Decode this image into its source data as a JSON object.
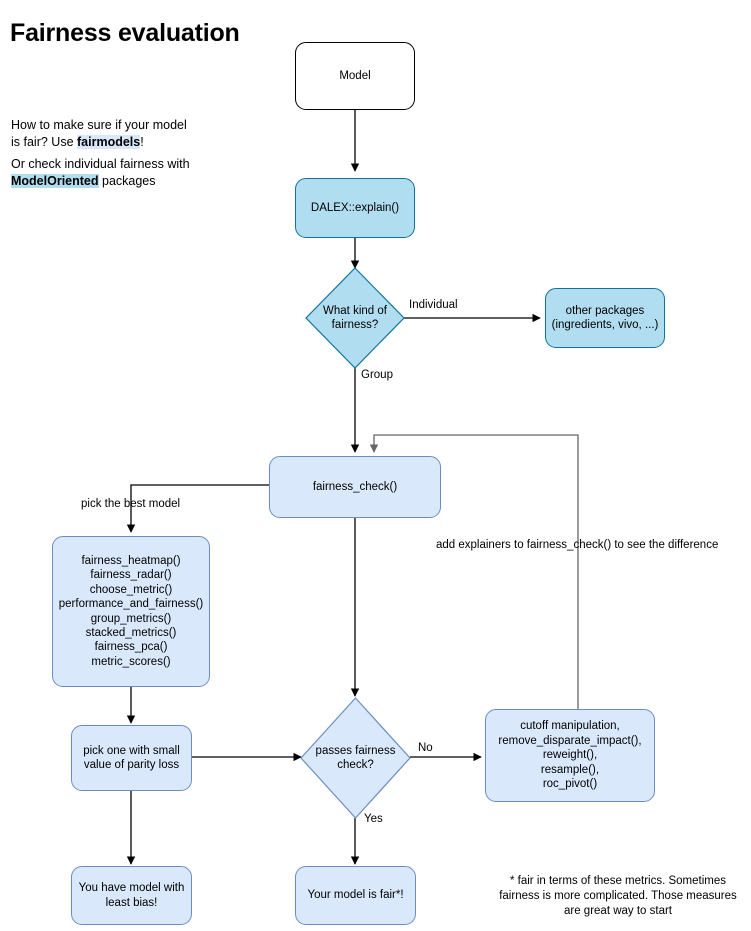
{
  "header": {
    "title": "Fairness evaluation",
    "paragraph_1_pre": "How to make sure if your model is fair? Use ",
    "paragraph_1_highlight": "fairmodels",
    "paragraph_1_post": "!",
    "paragraph_2_pre": "Or check individual fairness with ",
    "paragraph_2_highlight": "ModelOriented",
    "paragraph_2_post": " packages"
  },
  "colors": {
    "cyan_fill": "#b1ddf0",
    "cyan_stroke": "#10739e",
    "blue_fill": "#dae8fc",
    "blue_stroke": "#6c8ebf",
    "plain_fill": "#ffffff",
    "plain_stroke": "#000000",
    "edge_stroke": "#000000",
    "edge_stroke_gray": "#666666",
    "highlight_a": "#dae8fc",
    "highlight_b": "#b1ddf0"
  },
  "nodes": {
    "model": "Model",
    "dalex_explain": "DALEX::explain()",
    "what_kind_of_fairness": "What kind of\nfairness?",
    "other_packages": "other packages\n(ingredients, vivo, ...)",
    "fairness_check": "fairness_check()",
    "metrics_list": "fairness_heatmap()\nfairness_radar()\nchoose_metric()\nperformance_and_fairness()\ngroup_metrics()\nstacked_metrics()\nfairness_pca()\nmetric_scores()",
    "pick_one_small_parity": "pick one with small\nvalue of parity loss",
    "passes_fairness_check": "passes fairness\ncheck?",
    "cutoff_manipulation": "cutoff manipulation,\nremove_disparate_impact(),\nreweight(),\nresample(),\nroc_pivot()",
    "least_bias": "You have model with\nleast bias!",
    "model_is_fair": "Your model is fair*!"
  },
  "edge_labels": {
    "individual": "Individual",
    "group": "Group",
    "pick_best_model": "pick the best model",
    "add_explainers": "add explainers to fairness_check() to see the difference",
    "no": "No",
    "yes": "Yes"
  },
  "footnote": "* fair in terms of these metrics. Sometimes fairness is more complicated. Those measures are great way to start"
}
